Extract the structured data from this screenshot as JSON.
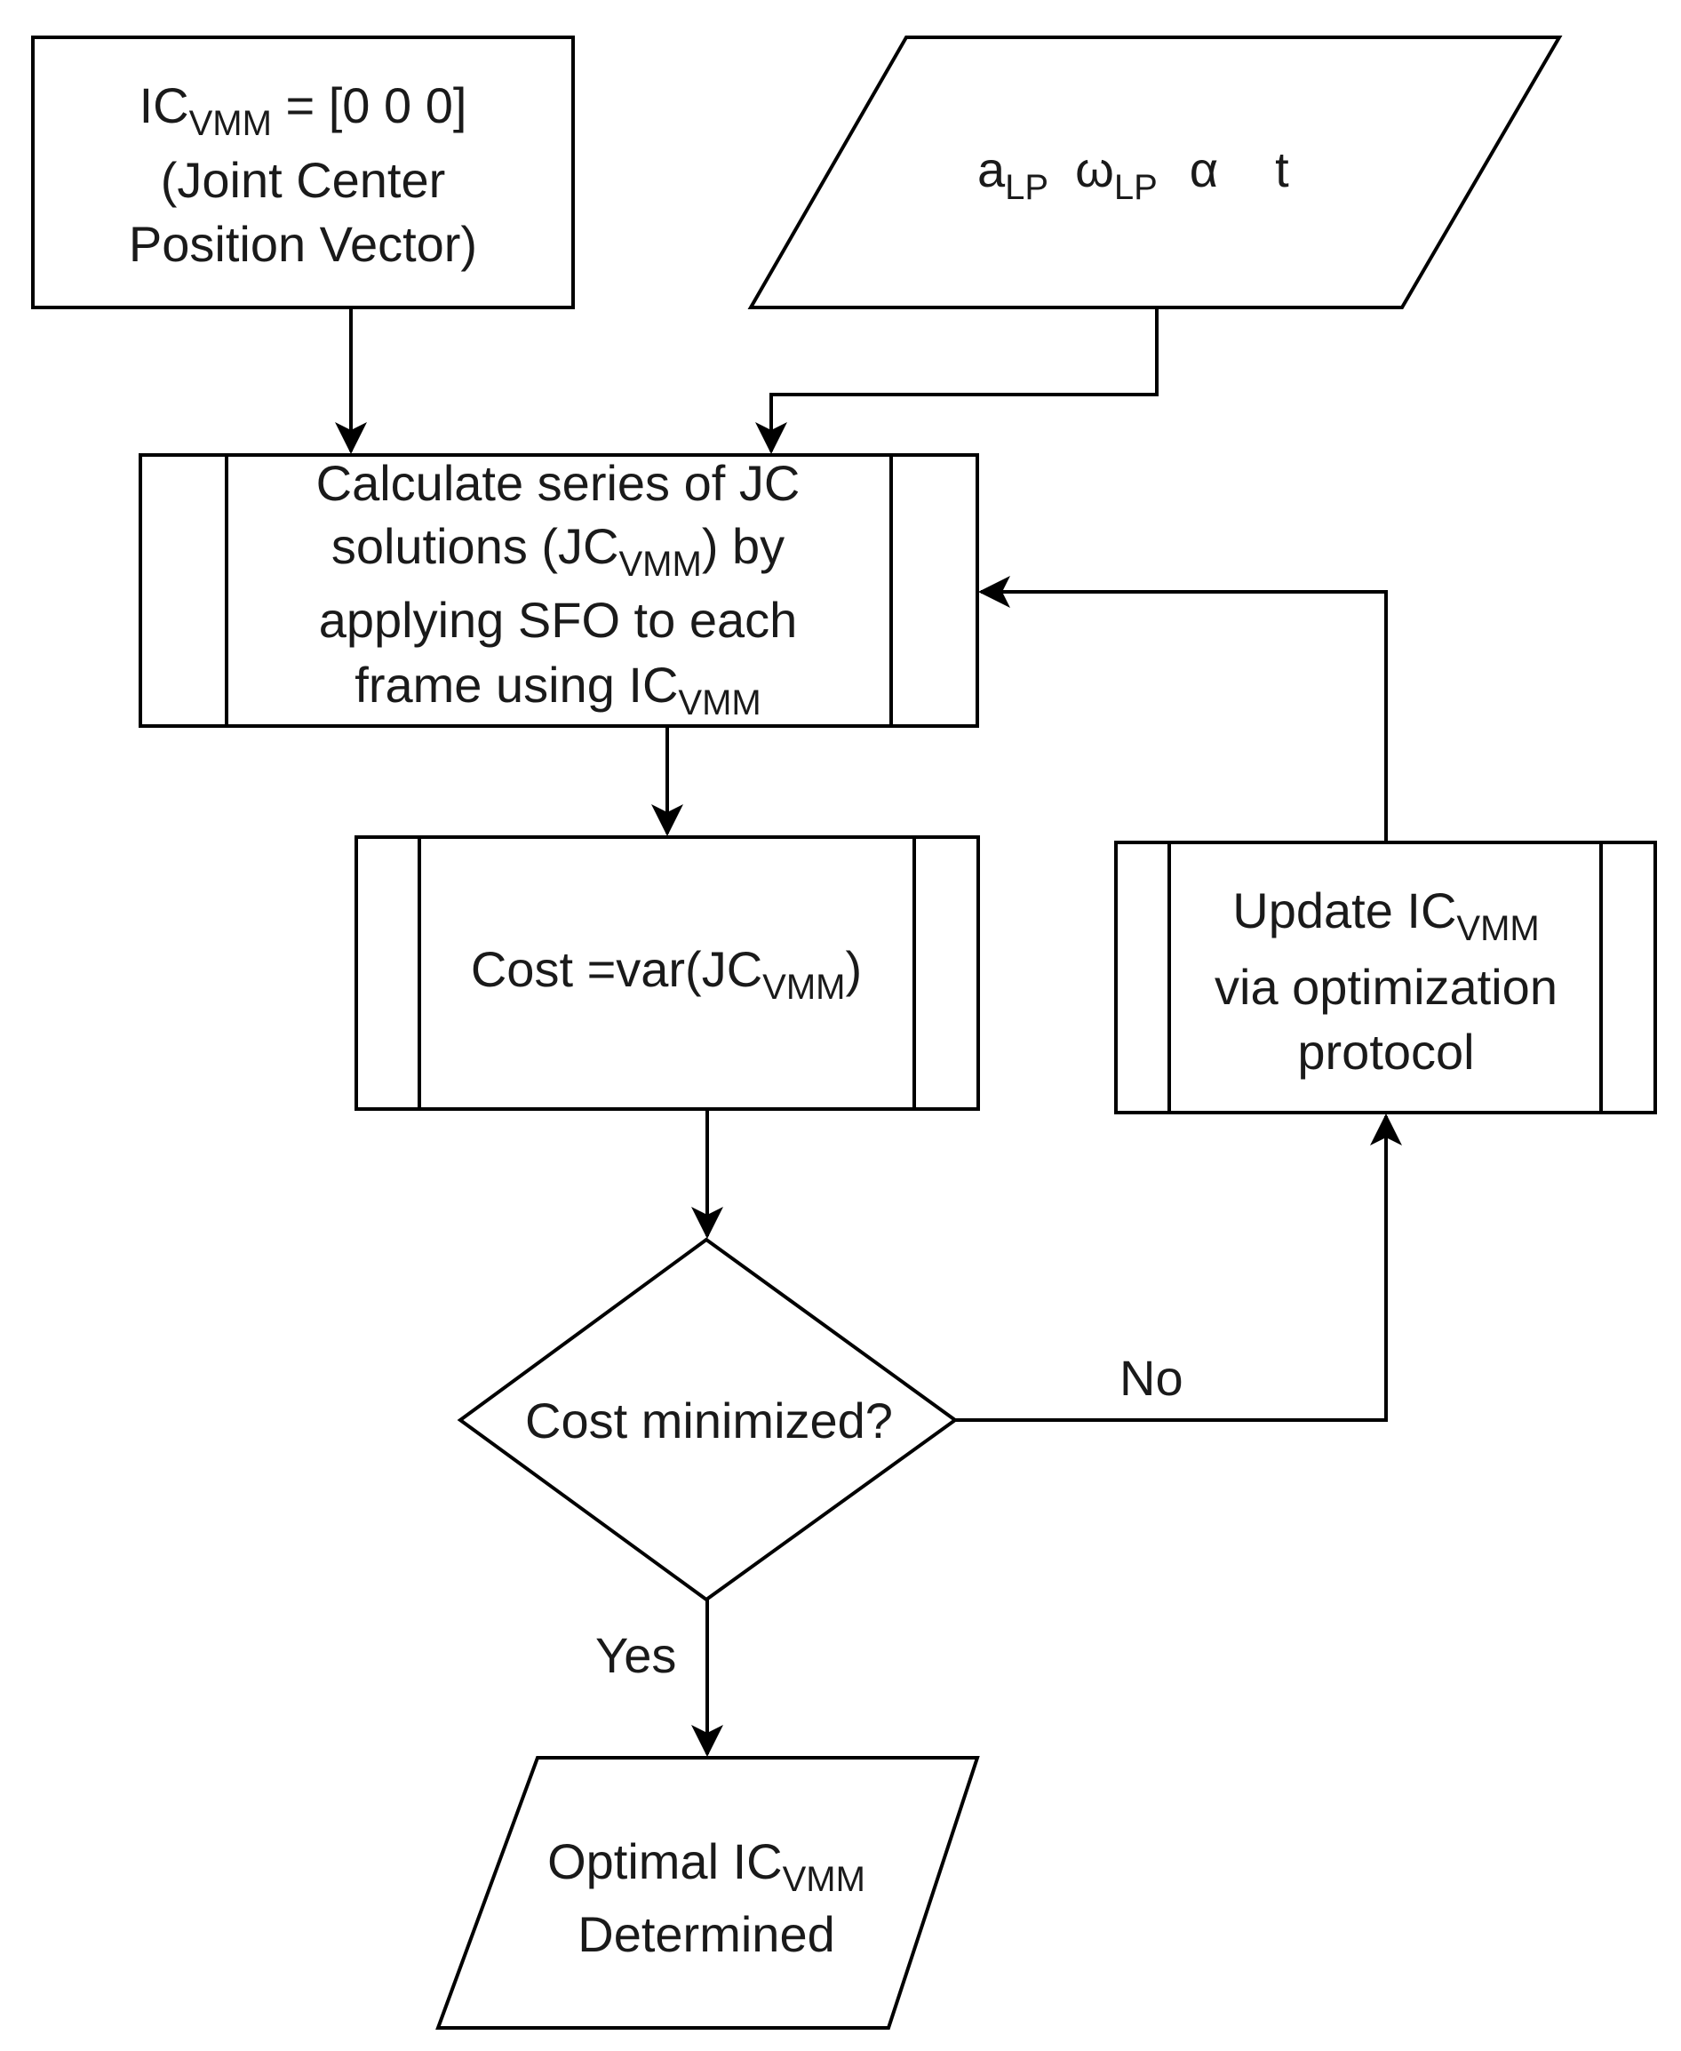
{
  "nodes": {
    "init": {
      "main": "IC",
      "sub": "VMM",
      "rest": " = [0 0 0]",
      "line2": "(Joint Center",
      "line3": "Position Vector)"
    },
    "inputs": {
      "a": "a",
      "a_sub": "LP",
      "omega": "ω",
      "omega_sub": "LP",
      "alpha": "α",
      "t": "t"
    },
    "calc": {
      "line1": "Calculate series of JC",
      "line2_pre": "solutions (JC",
      "line2_sub": "VMM",
      "line2_post": ") by",
      "line3": "applying SFO to each",
      "line4_pre": "frame using IC",
      "line4_sub": "VMM"
    },
    "cost": {
      "pre": "Cost =var(JC",
      "sub": "VMM",
      "post": ")"
    },
    "update": {
      "line1_pre": "Update IC",
      "line1_sub": "VMM",
      "line2": "via optimization",
      "line3": "protocol"
    },
    "decision": {
      "text": "Cost minimized?"
    },
    "result": {
      "line1_pre": "Optimal IC",
      "line1_sub": "VMM",
      "line2": "Determined"
    }
  },
  "edge_labels": {
    "no": "No",
    "yes": "Yes"
  }
}
